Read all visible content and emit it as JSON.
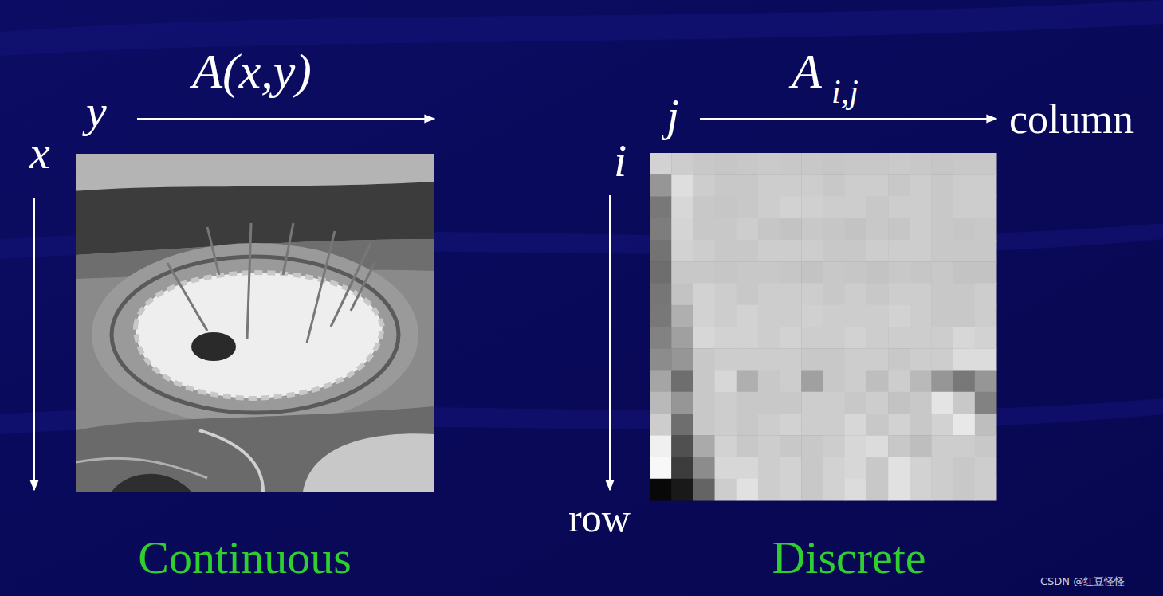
{
  "diagram": {
    "labels": [
      "A(x,y)",
      "y",
      "x",
      "A",
      "i,j",
      "j",
      "column",
      "i",
      "row",
      "Continuous",
      "Discrete",
      "CSDN @红豆怪怪"
    ]
  }
}
